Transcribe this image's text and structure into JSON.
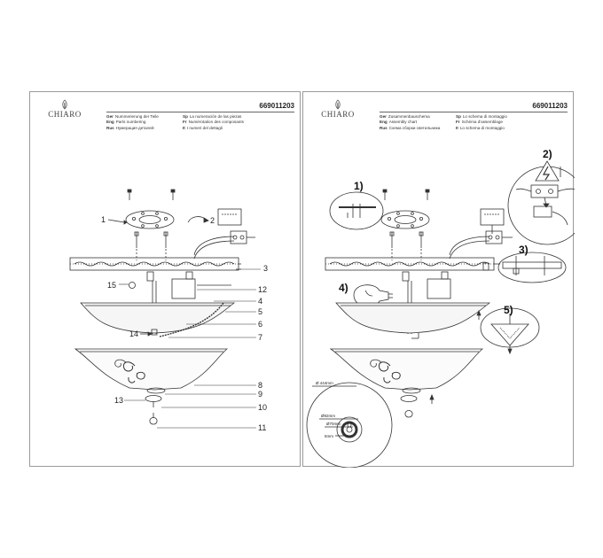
{
  "brand": {
    "name": "CHIARO"
  },
  "left_sheet": {
    "code": "669011203",
    "legend": [
      {
        "tag": "Ger",
        "text": "Nummerierung der Teile"
      },
      {
        "tag": "Eng",
        "text": "Parts numbering"
      },
      {
        "tag": "Rus",
        "text": "Нумерация деталей"
      },
      {
        "tag": "Sp",
        "text": "La numeración de las piezas"
      },
      {
        "tag": "Fr",
        "text": "Numérotation des composants"
      },
      {
        "tag": "It",
        "text": "I numeri del dettagli"
      }
    ],
    "callouts": [
      "1",
      "2",
      "3",
      "4",
      "5",
      "6",
      "7",
      "8",
      "9",
      "10",
      "11",
      "12",
      "13",
      "14",
      "15"
    ]
  },
  "right_sheet": {
    "code": "669011203",
    "legend": [
      {
        "tag": "Ger",
        "text": "Zusammenbauschema"
      },
      {
        "tag": "Eng",
        "text": "Assembly chart"
      },
      {
        "tag": "Rus",
        "text": "Схема сборки светильника"
      },
      {
        "tag": "Sp",
        "text": "Lo schema di montaggio"
      },
      {
        "tag": "Fr",
        "text": "Schéma d'assemblage"
      },
      {
        "tag": "It",
        "text": "Lo schema di montaggio"
      }
    ],
    "steps": [
      "1)",
      "2)",
      "3)",
      "4)",
      "5)"
    ],
    "dimensions": {
      "outer": "Ø 444mm",
      "mid": "Ø92mm",
      "inner": "Ø70mm",
      "thread": "5mm"
    }
  }
}
